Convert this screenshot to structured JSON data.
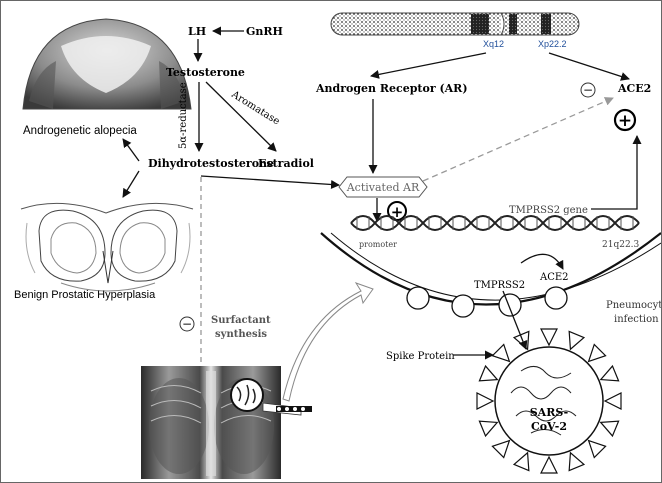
{
  "labels": {
    "lh": "LH",
    "gnrh": "GnRH",
    "testosterone": "Testosterone",
    "five_alpha": "5α-reductase",
    "aromatase": "Aromatase",
    "dht": "Dihydrotestosterone",
    "estradiol": "Estradiol",
    "androgenetic": "Androgenetic alopecia",
    "bph": "Benign Prostatic Hyperplasia",
    "xq12": "Xq12",
    "xp22": "Xp22.2",
    "ar": "Androgen Receptor (AR)",
    "ace2_top": "ACE2",
    "activated_ar": "Activated AR",
    "tmprss2_gene": "TMPRSS2 gene",
    "promoter": "promoter",
    "locus": "21q22.3",
    "tmprss2": "TMPRSS2",
    "ace2_membrane": "ACE2",
    "pneumocyte_1": "Pneumocyte",
    "pneumocyte_2": "infection",
    "surfactant_1": "Surfactant",
    "surfactant_2": "synthesis",
    "spike": "Spike Protein",
    "virus_1": "SARS-",
    "virus_2": "CoV-2",
    "minus_sign": "−",
    "plus_sign": "+"
  }
}
